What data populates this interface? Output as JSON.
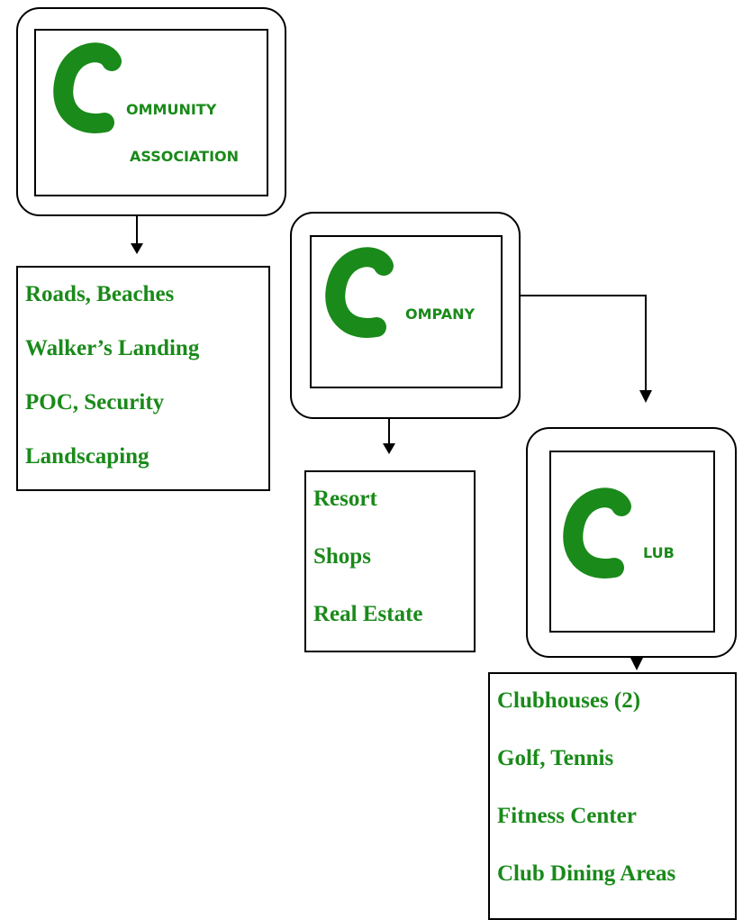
{
  "colors": {
    "accent_green": "#1a8a1a",
    "line": "#000000"
  },
  "icons": {
    "logo": "green-c-letter-icon",
    "arrow": "arrowhead-down-icon"
  },
  "association": {
    "logo_line1": "OMMUNITY",
    "logo_line2": "ASSOCIATION",
    "items": [
      "Roads, Beaches",
      "Walker’s Landing",
      "POC, Security",
      "Landscaping"
    ]
  },
  "company": {
    "logo_line1": "OMPANY",
    "items": [
      "Resort",
      "Shops",
      "Real Estate"
    ]
  },
  "club": {
    "logo_line1": "LUB",
    "items": [
      "Clubhouses (2)",
      "Golf, Tennis",
      "Fitness Center",
      "Club Dining Areas"
    ]
  }
}
